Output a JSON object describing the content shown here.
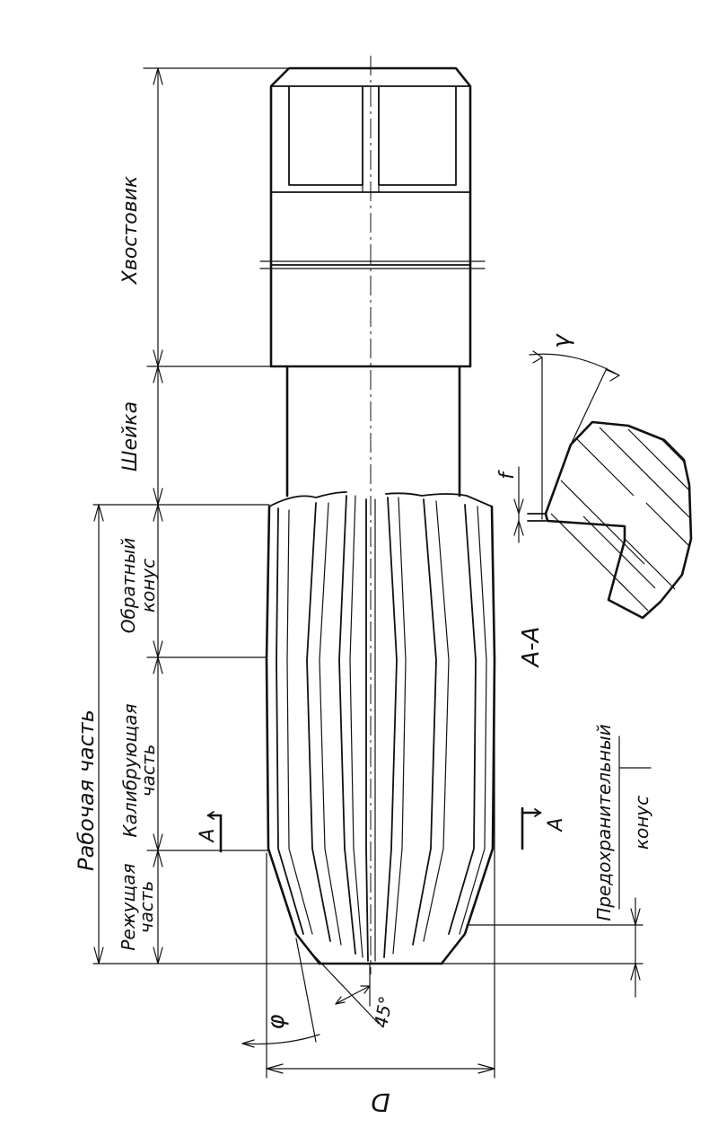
{
  "labels": {
    "shank": "Хвостовик",
    "neck": "Шейка",
    "back_taper_line1": "Обратный",
    "back_taper_line2": "конус",
    "working_part": "Рабочая часть",
    "sizing_part_line1": "Калибрующая",
    "sizing_part_line2": "часть",
    "cutting_part_line1": "Режущая",
    "cutting_part_line2": "часть",
    "safety_cone_line1": "Предохранительный",
    "safety_cone_line2": "конус",
    "section_mark": "А",
    "section_title": "А-А",
    "diameter": "D",
    "phi": "φ",
    "chamfer_angle": "45°",
    "gamma": "γ",
    "f_label": "f"
  }
}
